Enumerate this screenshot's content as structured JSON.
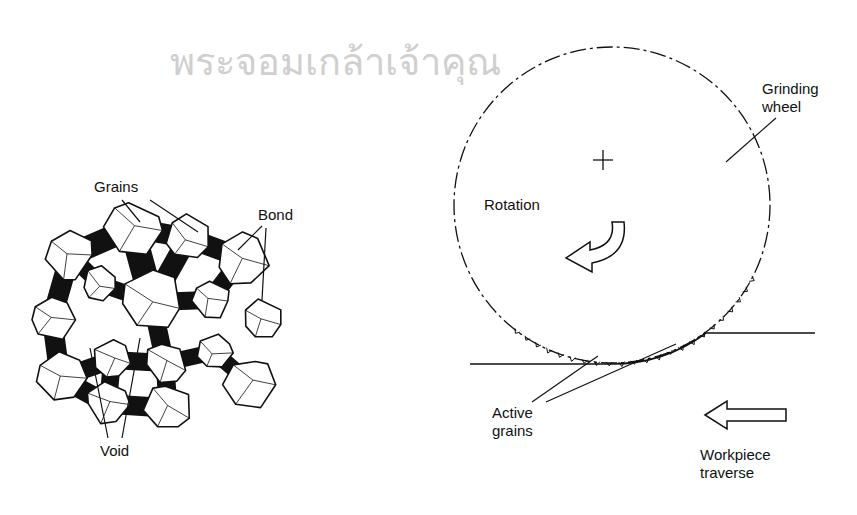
{
  "diagram": {
    "labels": [
      "Grains",
      "Bond",
      "Void",
      "Grinding wheel",
      "Rotation",
      "Active grains",
      "Workpiece traverse",
      "พระจอมเกล้าเจ้าคุณ"
    ]
  }
}
